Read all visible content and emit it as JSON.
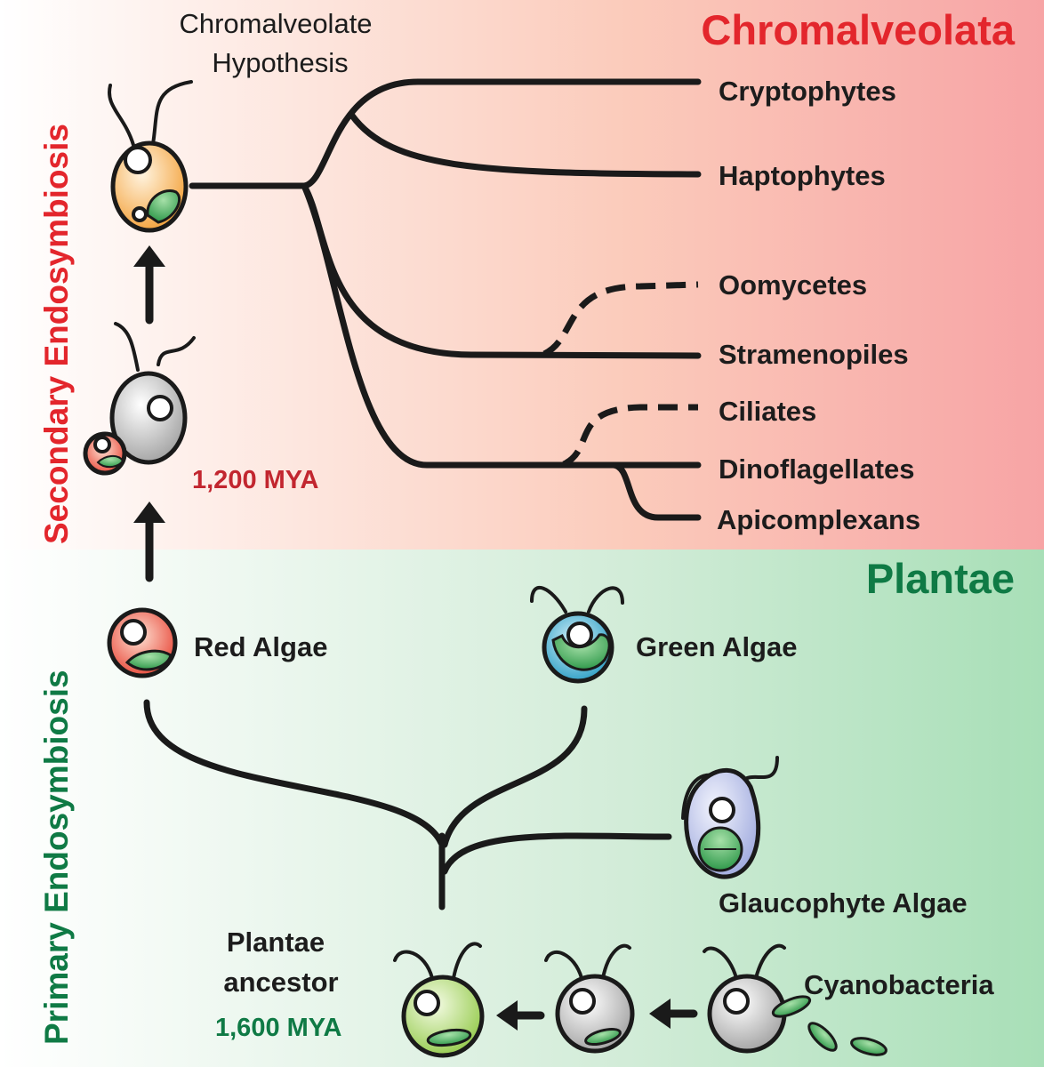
{
  "titles": {
    "chromalveolata": "Chromalveolata",
    "plantae": "Plantae"
  },
  "side_labels": {
    "secondary": {
      "word1": "Secondary",
      "word2": "Endosymbiosis"
    },
    "primary": {
      "word1": "Primary",
      "word2": "Endosymbiosis"
    }
  },
  "hypothesis": {
    "line1": "Chromalveolate",
    "line2": "Hypothesis"
  },
  "chromalveolata_taxa": [
    "Cryptophytes",
    "Haptophytes",
    "Oomycetes",
    "Stramenopiles",
    "Ciliates",
    "Dinoflagellates",
    "Apicomplexans"
  ],
  "plantae_taxa": {
    "red_algae": "Red Algae",
    "green_algae": "Green Algae",
    "glaucophyte_algae": "Glaucophyte Algae",
    "cyanobacteria": "Cyanobacteria"
  },
  "ancestor": {
    "line1": "Plantae",
    "line2": "ancestor"
  },
  "dates": {
    "secondary": "1,200 MYA",
    "primary": "1,600 MYA"
  },
  "colors": {
    "chromalveolata_title": "#e3262c",
    "plantae_title": "#0f7a45",
    "top_background": "#f7a7a6",
    "bottom_background": "#a9dfb8",
    "red_alga": "#e8402c",
    "green_alga_body": "#1fa3c8",
    "chromalveolate_cell": "#f4a13a",
    "plastid": "#2fa24a"
  }
}
